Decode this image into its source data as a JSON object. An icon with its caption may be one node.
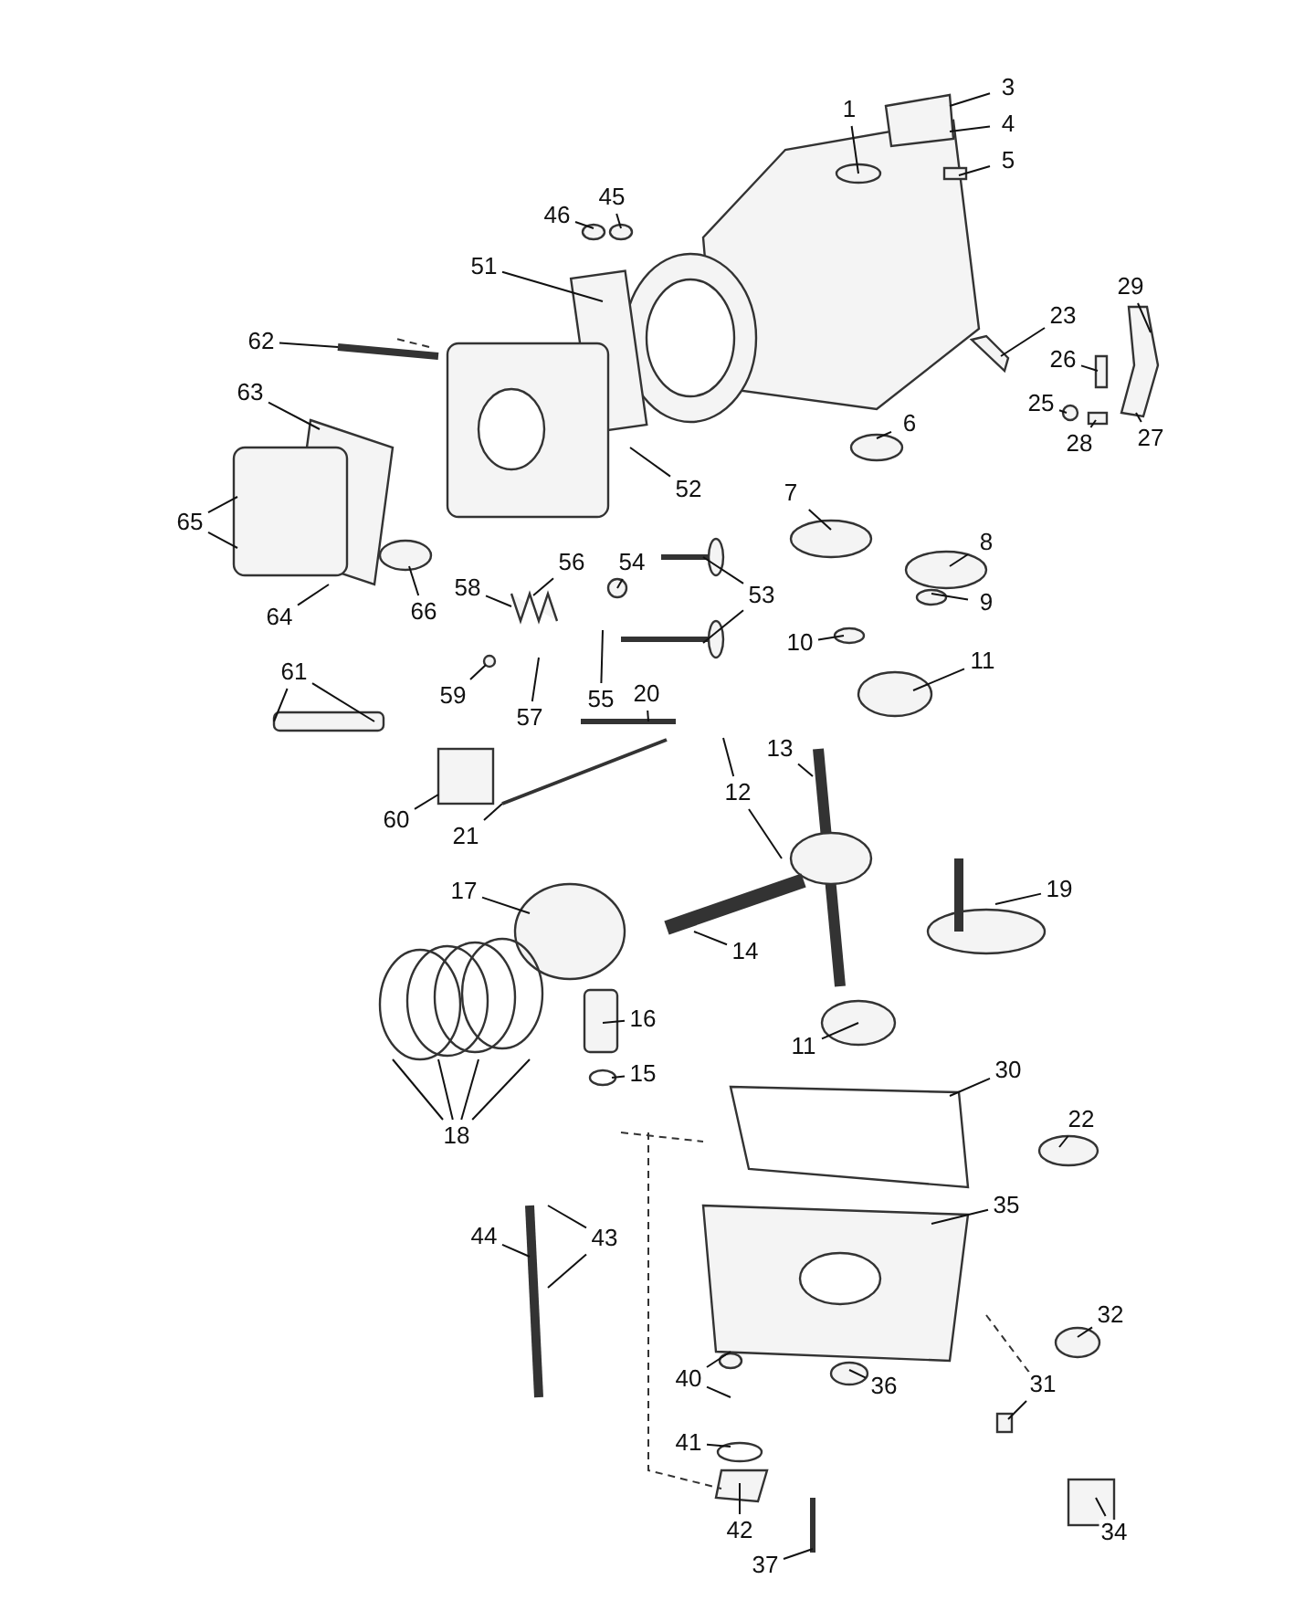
{
  "diagram": {
    "nodes": [
      {
        "text": [
          "1"
        ]
      },
      {
        "text": [
          "3"
        ]
      },
      {
        "text": [
          "4"
        ]
      },
      {
        "text": [
          "5"
        ]
      },
      {
        "text": [
          "46"
        ]
      },
      {
        "text": [
          "45"
        ]
      },
      {
        "text": [
          "51"
        ]
      },
      {
        "text": [
          "62"
        ]
      },
      {
        "text": [
          "63"
        ]
      },
      {
        "text": [
          "23"
        ]
      },
      {
        "text": [
          "26"
        ]
      },
      {
        "text": [
          "29"
        ]
      },
      {
        "text": [
          "25"
        ]
      },
      {
        "text": [
          "28"
        ]
      },
      {
        "text": [
          "27"
        ]
      },
      {
        "text": [
          "6"
        ]
      },
      {
        "text": [
          "52"
        ]
      },
      {
        "text": [
          "65"
        ]
      },
      {
        "text": [
          "64"
        ]
      },
      {
        "text": [
          "66"
        ]
      },
      {
        "text": [
          "58"
        ]
      },
      {
        "text": [
          "56"
        ]
      },
      {
        "text": [
          "54"
        ]
      },
      {
        "text": [
          "53"
        ]
      },
      {
        "text": [
          "7"
        ]
      },
      {
        "text": [
          "8"
        ]
      },
      {
        "text": [
          "9"
        ]
      },
      {
        "text": [
          "10"
        ]
      },
      {
        "text": [
          "59"
        ]
      },
      {
        "text": [
          "57"
        ]
      },
      {
        "text": [
          "55"
        ]
      },
      {
        "text": [
          "11"
        ]
      },
      {
        "text": [
          "61"
        ]
      },
      {
        "text": [
          "20"
        ]
      },
      {
        "text": [
          "13"
        ]
      },
      {
        "text": [
          "12"
        ]
      },
      {
        "text": [
          "60"
        ]
      },
      {
        "text": [
          "21"
        ]
      },
      {
        "text": [
          "17"
        ]
      },
      {
        "text": [
          "19"
        ]
      },
      {
        "text": [
          "14"
        ]
      },
      {
        "text": [
          "16"
        ]
      },
      {
        "text": [
          "15"
        ]
      },
      {
        "text": [
          "18"
        ]
      },
      {
        "text": [
          "11"
        ]
      },
      {
        "text": [
          "30"
        ]
      },
      {
        "text": [
          "22"
        ]
      },
      {
        "text": [
          "35"
        ]
      },
      {
        "text": [
          "43"
        ]
      },
      {
        "text": [
          "44"
        ]
      },
      {
        "text": [
          "32"
        ]
      },
      {
        "text": [
          "40"
        ]
      },
      {
        "text": [
          "31"
        ]
      },
      {
        "text": [
          "36"
        ]
      },
      {
        "text": [
          "41"
        ]
      },
      {
        "text": [
          "34"
        ]
      },
      {
        "text": [
          "42"
        ]
      },
      {
        "text": [
          "37"
        ]
      }
    ],
    "edges": [
      {
        "from": 0,
        "to": null,
        "arrow": "none"
      },
      {
        "from": 1,
        "to": null,
        "arrow": "none"
      },
      {
        "from": 2,
        "to": null,
        "arrow": "none"
      },
      {
        "from": 3,
        "to": null,
        "arrow": "none"
      },
      {
        "from": 4,
        "to": null,
        "arrow": "none"
      },
      {
        "from": 5,
        "to": null,
        "arrow": "none"
      },
      {
        "from": 6,
        "to": null,
        "arrow": "none"
      },
      {
        "from": 7,
        "to": null,
        "arrow": "none"
      },
      {
        "from": 8,
        "to": null,
        "arrow": "none"
      },
      {
        "from": 9,
        "to": null,
        "arrow": "none"
      },
      {
        "from": 10,
        "to": null,
        "arrow": "none"
      },
      {
        "from": 11,
        "to": null,
        "arrow": "none"
      },
      {
        "from": 12,
        "to": null,
        "arrow": "none"
      },
      {
        "from": 13,
        "to": null,
        "arrow": "none"
      },
      {
        "from": 14,
        "to": null,
        "arrow": "none"
      },
      {
        "from": 15,
        "to": null,
        "arrow": "none"
      },
      {
        "from": 16,
        "to": null,
        "arrow": "none"
      },
      {
        "from": 17,
        "to": null,
        "arrow": "none"
      },
      {
        "from": 17,
        "to": null,
        "arrow": "none"
      },
      {
        "from": 18,
        "to": null,
        "arrow": "none"
      },
      {
        "from": 19,
        "to": null,
        "arrow": "none"
      },
      {
        "from": 20,
        "to": null,
        "arrow": "none"
      },
      {
        "from": 21,
        "to": null,
        "arrow": "none"
      },
      {
        "from": 22,
        "to": null,
        "arrow": "none"
      },
      {
        "from": 23,
        "to": null,
        "arrow": "none"
      },
      {
        "from": 23,
        "to": null,
        "arrow": "none"
      },
      {
        "from": 24,
        "to": null,
        "arrow": "none"
      },
      {
        "from": 25,
        "to": null,
        "arrow": "none"
      },
      {
        "from": 26,
        "to": null,
        "arrow": "none"
      },
      {
        "from": 27,
        "to": null,
        "arrow": "none"
      },
      {
        "from": 28,
        "to": null,
        "arrow": "none"
      },
      {
        "from": 29,
        "to": null,
        "arrow": "none"
      },
      {
        "from": 30,
        "to": null,
        "arrow": "none"
      },
      {
        "from": 31,
        "to": null,
        "arrow": "none"
      },
      {
        "from": 32,
        "to": null,
        "arrow": "none"
      },
      {
        "from": 32,
        "to": null,
        "arrow": "none"
      },
      {
        "from": 33,
        "to": null,
        "arrow": "none"
      },
      {
        "from": 34,
        "to": null,
        "arrow": "none"
      },
      {
        "from": 35,
        "to": null,
        "arrow": "none"
      },
      {
        "from": 35,
        "to": null,
        "arrow": "none"
      },
      {
        "from": 36,
        "to": null,
        "arrow": "none"
      },
      {
        "from": 37,
        "to": null,
        "arrow": "none"
      },
      {
        "from": 38,
        "to": null,
        "arrow": "none"
      },
      {
        "from": 39,
        "to": null,
        "arrow": "none"
      },
      {
        "from": 40,
        "to": null,
        "arrow": "none"
      },
      {
        "from": 41,
        "to": null,
        "arrow": "none"
      },
      {
        "from": 42,
        "to": null,
        "arrow": "none"
      },
      {
        "from": 43,
        "to": null,
        "arrow": "none"
      },
      {
        "from": 43,
        "to": null,
        "arrow": "none"
      },
      {
        "from": 43,
        "to": null,
        "arrow": "none"
      },
      {
        "from": 43,
        "to": null,
        "arrow": "none"
      },
      {
        "from": 44,
        "to": null,
        "arrow": "none"
      },
      {
        "from": 45,
        "to": null,
        "arrow": "none"
      },
      {
        "from": 46,
        "to": null,
        "arrow": "none"
      },
      {
        "from": 47,
        "to": null,
        "arrow": "none"
      },
      {
        "from": 48,
        "to": null,
        "arrow": "none"
      },
      {
        "from": 48,
        "to": null,
        "arrow": "none"
      },
      {
        "from": 49,
        "to": null,
        "arrow": "none"
      },
      {
        "from": 50,
        "to": null,
        "arrow": "none"
      },
      {
        "from": 51,
        "to": null,
        "arrow": "none"
      },
      {
        "from": 51,
        "to": null,
        "arrow": "none"
      },
      {
        "from": 52,
        "to": null,
        "arrow": "none"
      },
      {
        "from": 53,
        "to": null,
        "arrow": "none"
      },
      {
        "from": 54,
        "to": null,
        "arrow": "none"
      },
      {
        "from": 55,
        "to": null,
        "arrow": "none"
      },
      {
        "from": 56,
        "to": null,
        "arrow": "none"
      },
      {
        "from": 57,
        "to": null,
        "arrow": "none"
      }
    ]
  }
}
